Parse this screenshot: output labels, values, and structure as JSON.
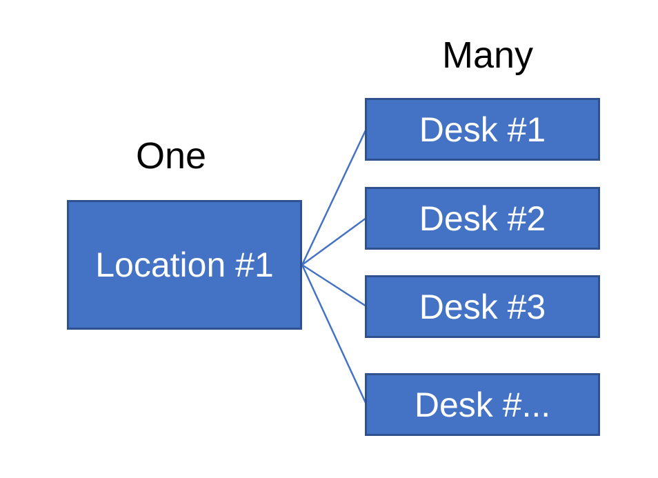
{
  "diagram": {
    "type": "one-to-many-relationship",
    "one_label": "One",
    "many_label": "Many",
    "parent": {
      "label": "Location #1"
    },
    "children": [
      {
        "label": "Desk #1"
      },
      {
        "label": "Desk #2"
      },
      {
        "label": "Desk #3"
      },
      {
        "label": "Desk #..."
      }
    ]
  },
  "colors": {
    "canvas_bg": "#ffffff",
    "box_fill": "#4472C4",
    "box_border": "#2F528F",
    "box_text": "#ffffff",
    "connector": "#4472C4",
    "label_text": "#000000"
  }
}
